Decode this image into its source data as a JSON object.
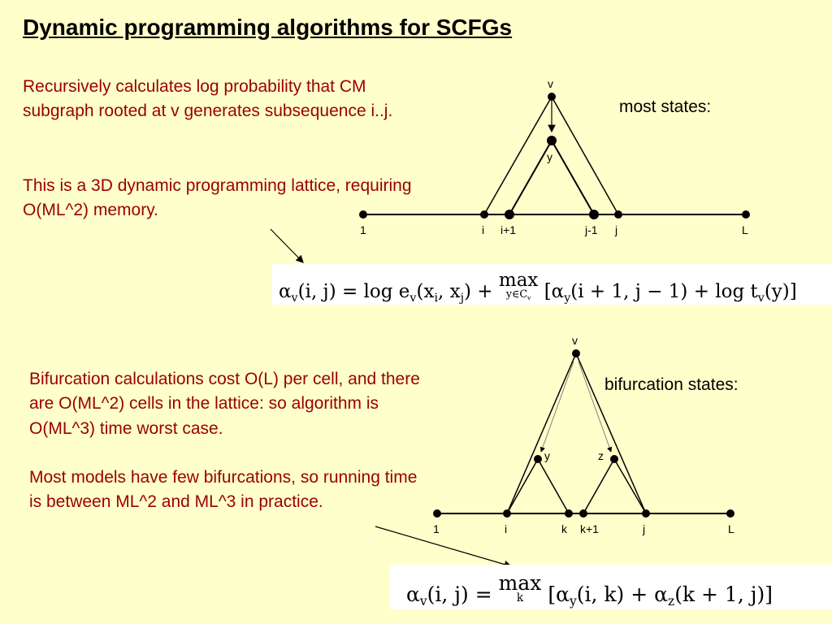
{
  "slide": {
    "title": "Dynamic programming algorithms for SCFGs",
    "para1": "Recursively calculates log probability that CM subgraph rooted at v generates subsequence i..j.",
    "para2": "This is a 3D dynamic programming lattice, requiring O(ML^2) memory.",
    "para3": "Bifurcation calculations cost O(L) per cell, and there are O(ML^2) cells in the lattice: so algorithm is O(ML^3) time worst case.",
    "para4": "Most models have few bifurcations, so running time is between ML^2 and ML^3 in practice."
  },
  "diagram1": {
    "caption": "most states:",
    "node_labels": {
      "v": "v",
      "y": "y"
    },
    "ticks": [
      "1",
      "i",
      "i+1",
      "j-1",
      "j",
      "L"
    ]
  },
  "diagram2": {
    "caption": "bifurcation states:",
    "node_labels": {
      "v": "v",
      "y": "y",
      "z": "z"
    },
    "ticks": [
      "1",
      "i",
      "k",
      "k+1",
      "j",
      "L"
    ]
  },
  "formulas": {
    "f1": {
      "alpha": "α",
      "v": "v",
      "args": "(i, j) = log e",
      "ev_args": "(x",
      "xi": "i",
      "comma": ", x",
      "xj": "j",
      "plus": ") + ",
      "max": "max",
      "under": "y∈C",
      "under_sub": "v",
      "bracket": " [α",
      "y": "y",
      "rest": "(i + 1, j − 1) + log t",
      "tv": "v",
      "end": "(y)]"
    },
    "f2": {
      "alpha": "α",
      "v": "v",
      "args": "(i, j) = ",
      "max": "max",
      "under": "k",
      "bracket": " [α",
      "y": "y",
      "mid": "(i, k) + α",
      "z": "z",
      "end": "(k + 1, j)]"
    }
  },
  "colors": {
    "background": "#ffffcc",
    "body_text": "#990000",
    "title_text": "#000000"
  }
}
